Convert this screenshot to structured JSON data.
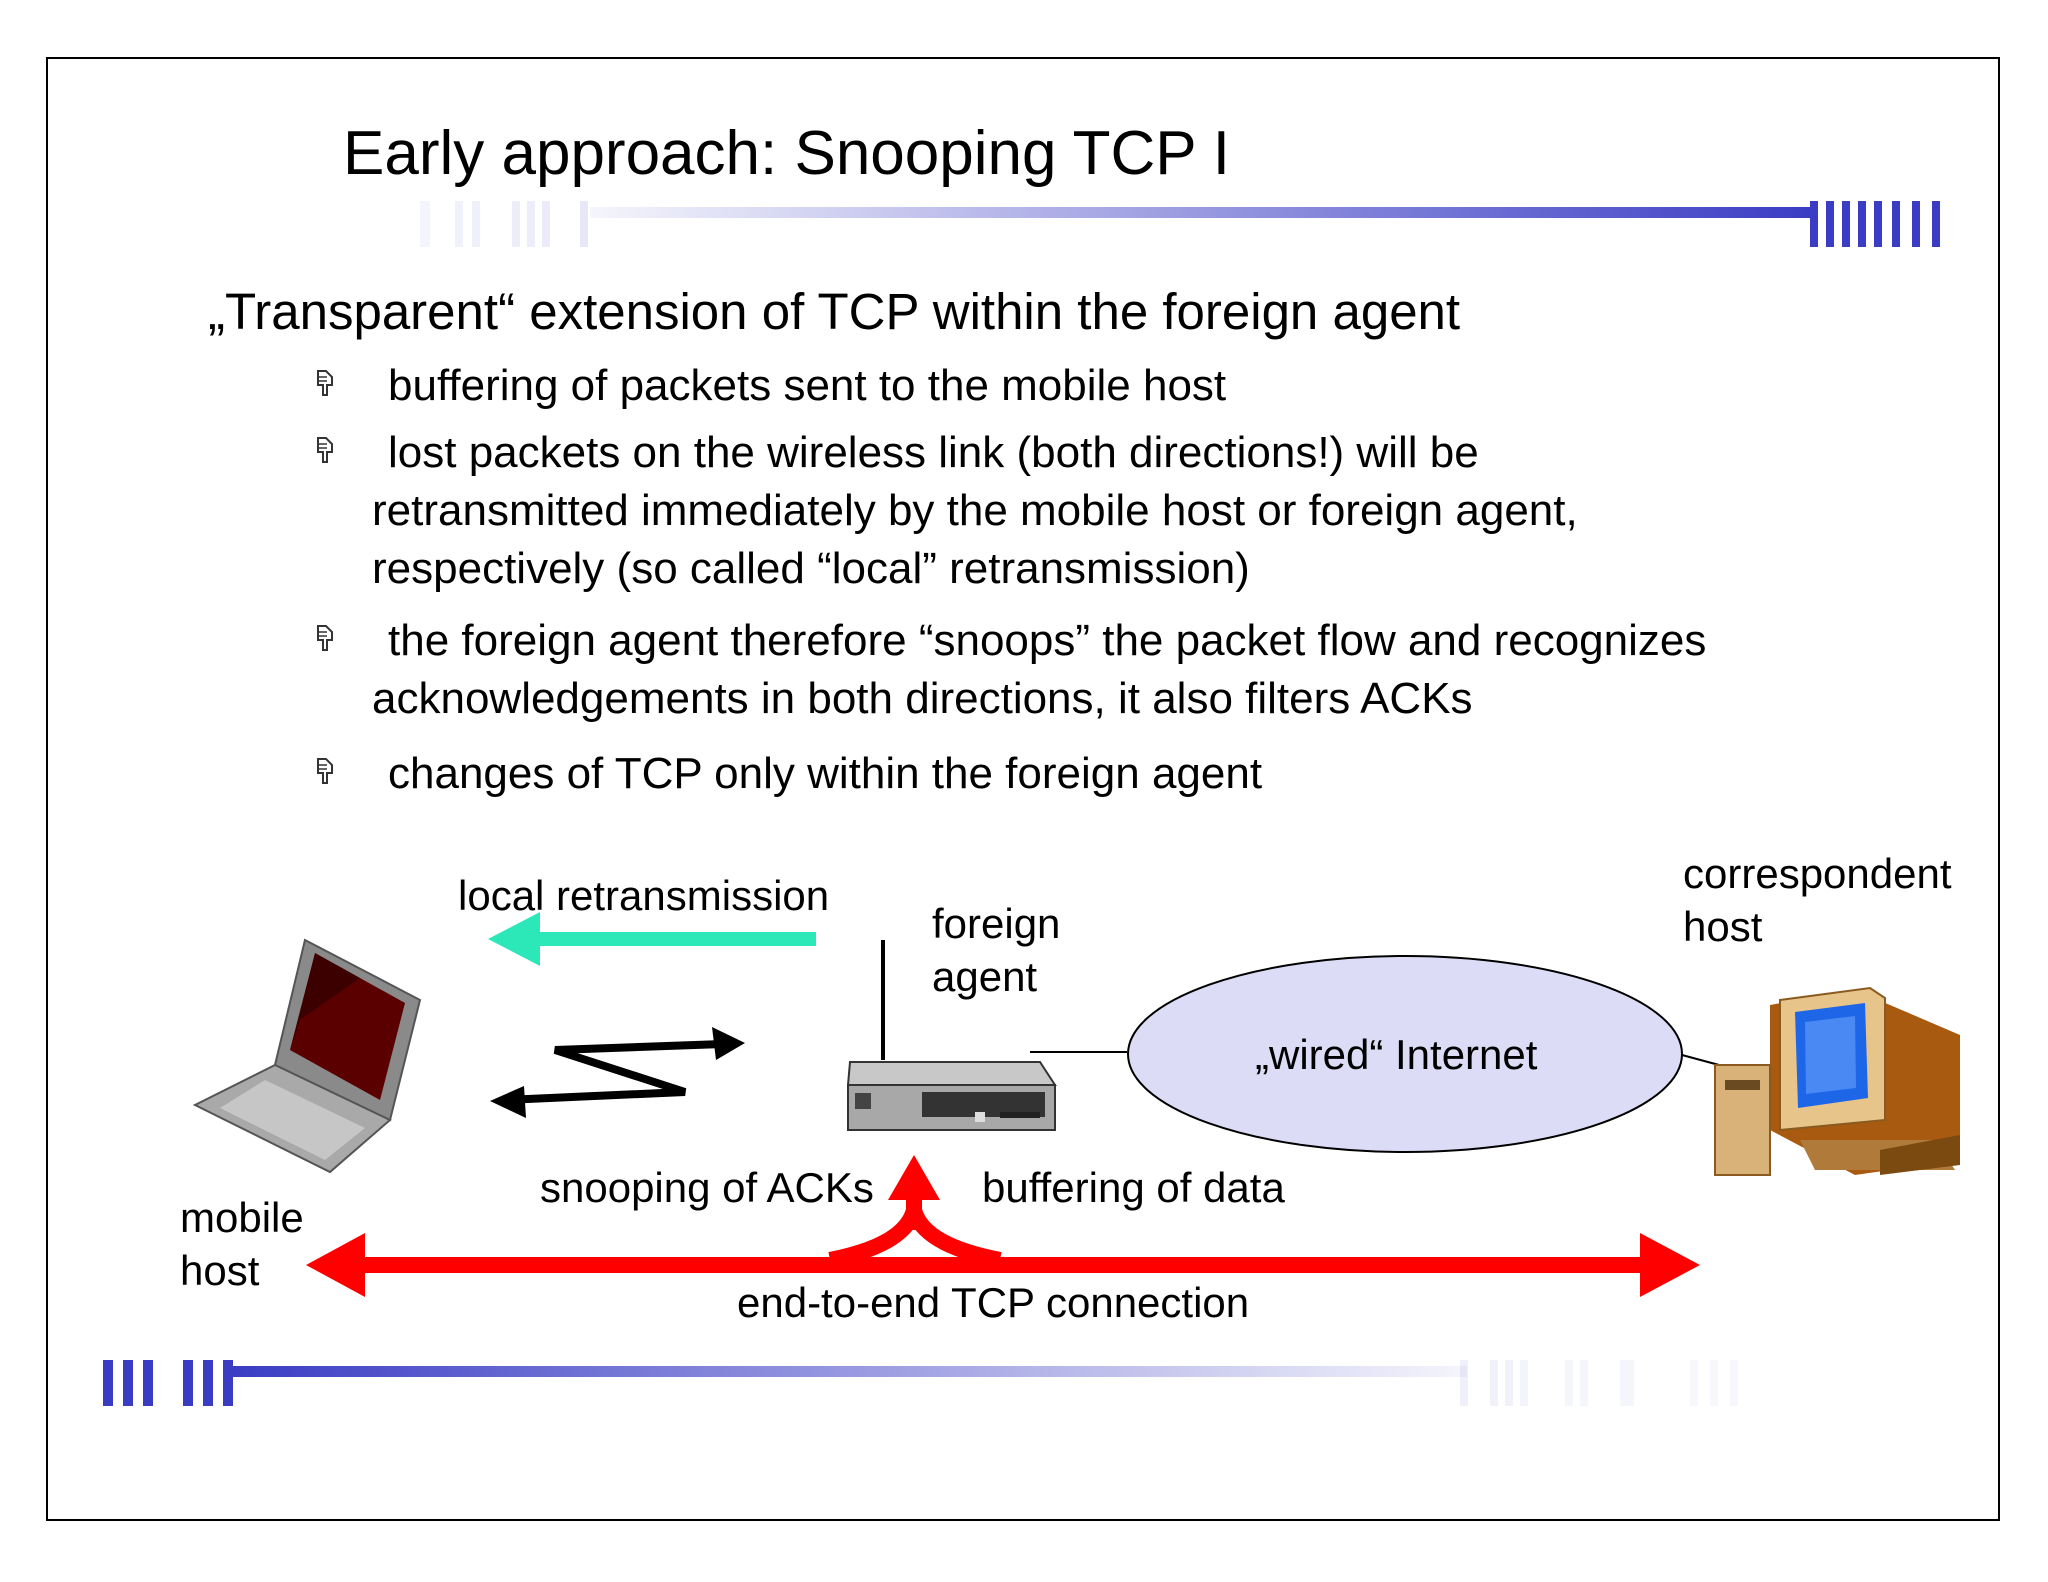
{
  "slide": {
    "title": "Early approach: Snooping TCP I",
    "subheading": "„Transparent“ extension of TCP within the foreign agent",
    "bullets": [
      {
        "lines": [
          "buffering of packets sent to the mobile host"
        ]
      },
      {
        "lines": [
          "lost packets on the wireless link (both directions!) will be",
          "retransmitted immediately by the mobile host or foreign agent,",
          "respectively (so called “local” retransmission)"
        ]
      },
      {
        "lines": [
          "the foreign agent therefore “snoops” the packet flow and recognizes",
          "acknowledgements in both directions, it also filters ACKs"
        ]
      },
      {
        "lines": [
          "changes of TCP only within the foreign agent"
        ]
      }
    ],
    "bullet_icon": "pointing-hand-icon"
  },
  "diagram": {
    "local_retransmission": "local retransmission",
    "foreign_agent": [
      "foreign",
      "agent"
    ],
    "correspondent_host": [
      "correspondent",
      "host"
    ],
    "internet": "„wired“ Internet",
    "mobile_host": [
      "mobile",
      "host"
    ],
    "snooping": "snooping of ACKs",
    "buffering": "buffering of data",
    "connection": "end-to-end TCP connection"
  },
  "colors": {
    "accent_blue": "#3a3cc4",
    "retransmission_arrow": "#2ce8b8",
    "tcp_connection_arrow": "#ff0000",
    "internet_cloud": "#dcdcf6"
  },
  "icons": [
    "laptop-icon",
    "router-icon",
    "desktop-computer-icon"
  ]
}
